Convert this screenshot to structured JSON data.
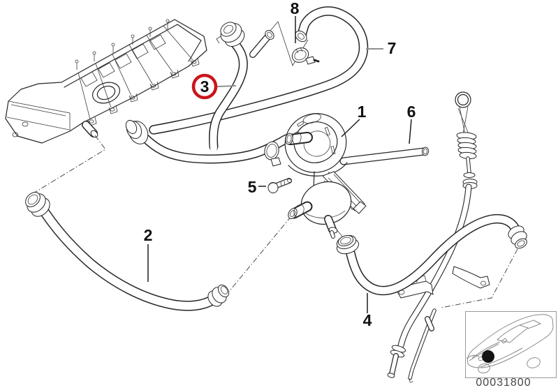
{
  "colors": {
    "background": "#ffffff",
    "line": "#262626",
    "highlight": "#c9151b",
    "leader_gray": "#8f8f8f",
    "inset_border": "#9a9a9a",
    "dot": "#141414",
    "part_number_text": "#474747"
  },
  "callouts": {
    "n1": {
      "num": "1"
    },
    "n2": {
      "num": "2"
    },
    "n3": {
      "num": "3"
    },
    "n4": {
      "num": "4"
    },
    "n5": {
      "num": "5"
    },
    "n6": {
      "num": "6"
    },
    "n7": {
      "num": "7"
    },
    "n8": {
      "num": "8"
    }
  },
  "highlight": {
    "circled_callout": "3"
  },
  "inset": {
    "part_number": "00031800"
  }
}
